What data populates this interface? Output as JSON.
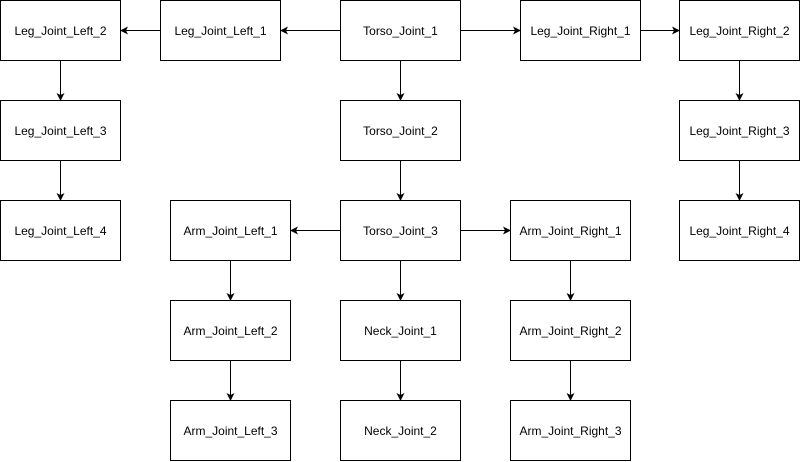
{
  "nodes": {
    "torso_joint_1": "Torso_Joint_1",
    "torso_joint_2": "Torso_Joint_2",
    "torso_joint_3": "Torso_Joint_3",
    "neck_joint_1": "Neck_Joint_1",
    "neck_joint_2": "Neck_Joint_2",
    "leg_joint_left_1": "Leg_Joint_Left_1",
    "leg_joint_left_2": "Leg_Joint_Left_2",
    "leg_joint_left_3": "Leg_Joint_Left_3",
    "leg_joint_left_4": "Leg_Joint_Left_4",
    "leg_joint_right_1": "Leg_Joint_Right_1",
    "leg_joint_right_2": "Leg_Joint_Right_2",
    "leg_joint_right_3": "Leg_Joint_Right_3",
    "leg_joint_right_4": "Leg_Joint_Right_4",
    "arm_joint_left_1": "Arm_Joint_Left_1",
    "arm_joint_left_2": "Arm_Joint_Left_2",
    "arm_joint_left_3": "Arm_Joint_Left_3",
    "arm_joint_right_1": "Arm_Joint_Right_1",
    "arm_joint_right_2": "Arm_Joint_Right_2",
    "arm_joint_right_3": "Arm_Joint_Right_3"
  },
  "edges": [
    {
      "from": "torso_joint_1",
      "to": "leg_joint_left_1"
    },
    {
      "from": "leg_joint_left_1",
      "to": "leg_joint_left_2"
    },
    {
      "from": "leg_joint_left_2",
      "to": "leg_joint_left_3"
    },
    {
      "from": "leg_joint_left_3",
      "to": "leg_joint_left_4"
    },
    {
      "from": "torso_joint_1",
      "to": "leg_joint_right_1"
    },
    {
      "from": "leg_joint_right_1",
      "to": "leg_joint_right_2"
    },
    {
      "from": "leg_joint_right_2",
      "to": "leg_joint_right_3"
    },
    {
      "from": "leg_joint_right_3",
      "to": "leg_joint_right_4"
    },
    {
      "from": "torso_joint_1",
      "to": "torso_joint_2"
    },
    {
      "from": "torso_joint_2",
      "to": "torso_joint_3"
    },
    {
      "from": "torso_joint_3",
      "to": "arm_joint_left_1"
    },
    {
      "from": "arm_joint_left_1",
      "to": "arm_joint_left_2"
    },
    {
      "from": "arm_joint_left_2",
      "to": "arm_joint_left_3"
    },
    {
      "from": "torso_joint_3",
      "to": "arm_joint_right_1"
    },
    {
      "from": "arm_joint_right_1",
      "to": "arm_joint_right_2"
    },
    {
      "from": "arm_joint_right_2",
      "to": "arm_joint_right_3"
    },
    {
      "from": "torso_joint_3",
      "to": "neck_joint_1"
    },
    {
      "from": "neck_joint_1",
      "to": "neck_joint_2"
    }
  ],
  "colors": {
    "stroke": "#000000",
    "fill": "#ffffff",
    "text": "#000000"
  }
}
